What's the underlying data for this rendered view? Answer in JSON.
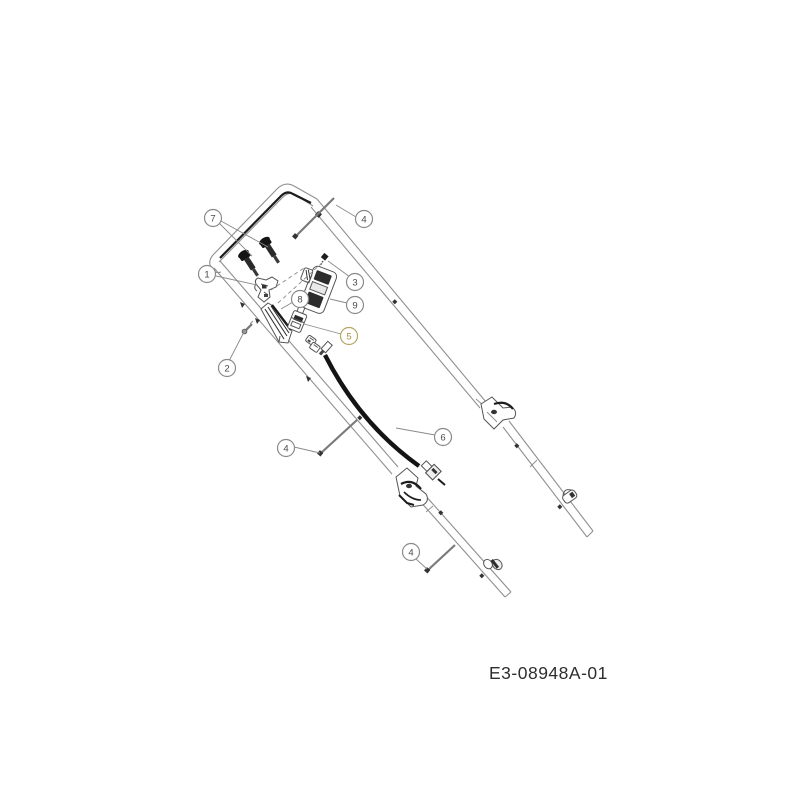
{
  "diagram": {
    "part_code": "E3-08948A-01",
    "callouts": {
      "c7": {
        "label": "7"
      },
      "c4_top": {
        "label": "4"
      },
      "c1": {
        "label": "1"
      },
      "c3": {
        "label": "3"
      },
      "c8": {
        "label": "8"
      },
      "c9": {
        "label": "9"
      },
      "c5": {
        "label": "5",
        "highlighted": true
      },
      "c2": {
        "label": "2"
      },
      "c4_mid": {
        "label": "4"
      },
      "c6": {
        "label": "6"
      },
      "c4_bottom": {
        "label": "4"
      }
    },
    "colors": {
      "background": "#ffffff",
      "line": "#909090",
      "dark": "#1c1c1c",
      "callout_stroke": "#8a8a8a",
      "callout_text": "#4a4a4a",
      "highlight_fill": "#f6f2cf",
      "highlight_stroke": "#b3a763",
      "highlight_text": "#a4923e",
      "part_code_color": "#2e2e2e"
    }
  }
}
